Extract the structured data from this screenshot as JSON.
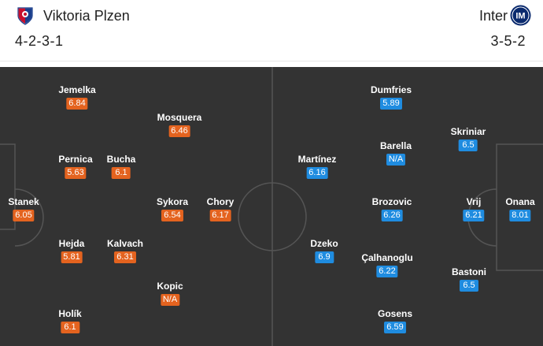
{
  "home": {
    "name": "Viktoria Plzen",
    "formation": "4-2-3-1",
    "color": "#e4631f",
    "players": [
      {
        "name": "Jemelka",
        "rating": "6.84"
      },
      {
        "name": "Mosquera",
        "rating": "6.46"
      },
      {
        "name": "Pernica",
        "rating": "5.63"
      },
      {
        "name": "Bucha",
        "rating": "6.1"
      },
      {
        "name": "Stanek",
        "rating": "6.05"
      },
      {
        "name": "Sykora",
        "rating": "6.54"
      },
      {
        "name": "Chory",
        "rating": "6.17"
      },
      {
        "name": "Hejda",
        "rating": "5.81"
      },
      {
        "name": "Kalvach",
        "rating": "6.31"
      },
      {
        "name": "Kopic",
        "rating": "N/A"
      },
      {
        "name": "Holík",
        "rating": "6.1"
      }
    ]
  },
  "away": {
    "name": "Inter",
    "formation": "3-5-2",
    "color": "#1f8ce0",
    "players": [
      {
        "name": "Dumfries",
        "rating": "5.89"
      },
      {
        "name": "Skriniar",
        "rating": "6.5"
      },
      {
        "name": "Barella",
        "rating": "N/A"
      },
      {
        "name": "Martínez",
        "rating": "6.16"
      },
      {
        "name": "Brozovic",
        "rating": "6.26"
      },
      {
        "name": "Vrij",
        "rating": "6.21"
      },
      {
        "name": "Onana",
        "rating": "8.01"
      },
      {
        "name": "Dzeko",
        "rating": "6.9"
      },
      {
        "name": "Çalhanoglu",
        "rating": "6.22"
      },
      {
        "name": "Bastoni",
        "rating": "6.5"
      },
      {
        "name": "Gosens",
        "rating": "6.59"
      }
    ]
  }
}
